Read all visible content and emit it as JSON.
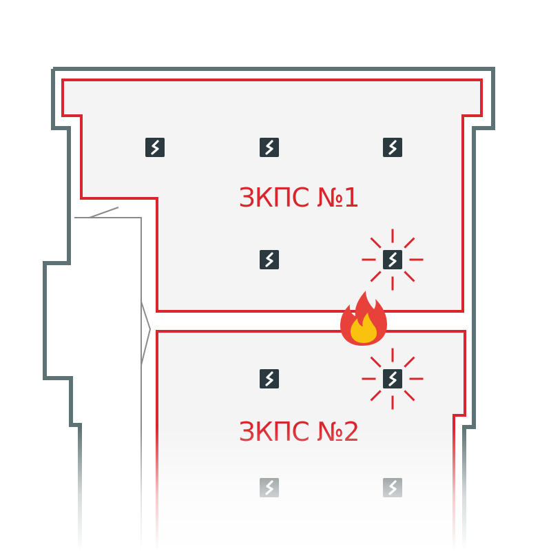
{
  "colors": {
    "wall": "#5d7274",
    "zone_border": "#d8262c",
    "zone_fill": "#f4f4f4",
    "detector_body": "#2b3a3f",
    "detector_symbol": "#ffffff",
    "alarm": "#d8262c",
    "flame_outer": "#e8413a",
    "flame_inner": "#f8c20e",
    "thin_line": "#8a8a8a"
  },
  "zones": [
    {
      "id": "zone-1",
      "label": "ЗКПС №1"
    },
    {
      "id": "zone-2",
      "label": "ЗКПС №2"
    }
  ],
  "detectors": [
    {
      "zone": "zone-1",
      "icon": "smoke-detector-icon",
      "alarm": false
    },
    {
      "zone": "zone-1",
      "icon": "smoke-detector-icon",
      "alarm": false
    },
    {
      "zone": "zone-1",
      "icon": "smoke-detector-icon",
      "alarm": false
    },
    {
      "zone": "zone-1",
      "icon": "smoke-detector-icon",
      "alarm": false
    },
    {
      "zone": "zone-1",
      "icon": "smoke-detector-icon",
      "alarm": true
    },
    {
      "zone": "zone-2",
      "icon": "smoke-detector-icon",
      "alarm": false
    },
    {
      "zone": "zone-2",
      "icon": "smoke-detector-icon",
      "alarm": true
    },
    {
      "zone": "zone-2",
      "icon": "smoke-detector-icon",
      "alarm": false
    },
    {
      "zone": "zone-2",
      "icon": "smoke-detector-icon",
      "alarm": false
    }
  ],
  "fire": {
    "icon": "fire-icon"
  }
}
